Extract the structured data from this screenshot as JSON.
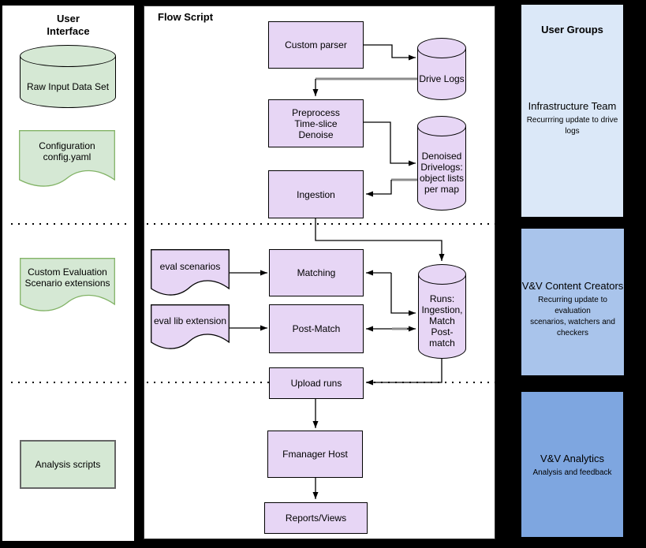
{
  "colors": {
    "green_fill": "#d5e8d4",
    "green_border": "#82b366",
    "purple_fill": "#e7d6f5",
    "blue_light": "#dbe8f8",
    "blue_medium": "#a9c4eb",
    "blue_dark": "#7ea6e0"
  },
  "left_panel": {
    "title": "User\nInterface",
    "raw_input": "Raw Input Data Set",
    "configuration": "Configuration\nconfig.yaml",
    "custom_eval": "Custom Evaluation\nScenario extensions",
    "analysis_scripts": "Analysis scripts"
  },
  "flow_panel": {
    "title": "Flow Script",
    "custom_parser": "Custom parser",
    "drive_logs": "Drive Logs",
    "preprocess": "Preprocess\nTime-slice\nDenoise",
    "denoised": "Denoised\nDrivelogs:\nobject lists\nper map",
    "ingestion": "Ingestion",
    "eval_scenarios": "eval scenarios",
    "matching": "Matching",
    "eval_lib": "eval lib extension",
    "post_match": "Post-Match",
    "runs": "Runs:\nIngestion,\nMatch\nPost-\nmatch",
    "upload_runs": "Upload runs",
    "fmanager": "Fmanager Host",
    "reports": "Reports/Views"
  },
  "user_groups": {
    "title": "User Groups",
    "groups": [
      {
        "name": "Infrastructure Team",
        "desc": "Recurrring update to drive logs"
      },
      {
        "name": "V&V Content Creators",
        "desc": "Recurring update to evaluation\nscenarios, watchers and\ncheckers"
      },
      {
        "name": "V&V Analytics",
        "desc": "Analysis and feedback"
      }
    ]
  }
}
